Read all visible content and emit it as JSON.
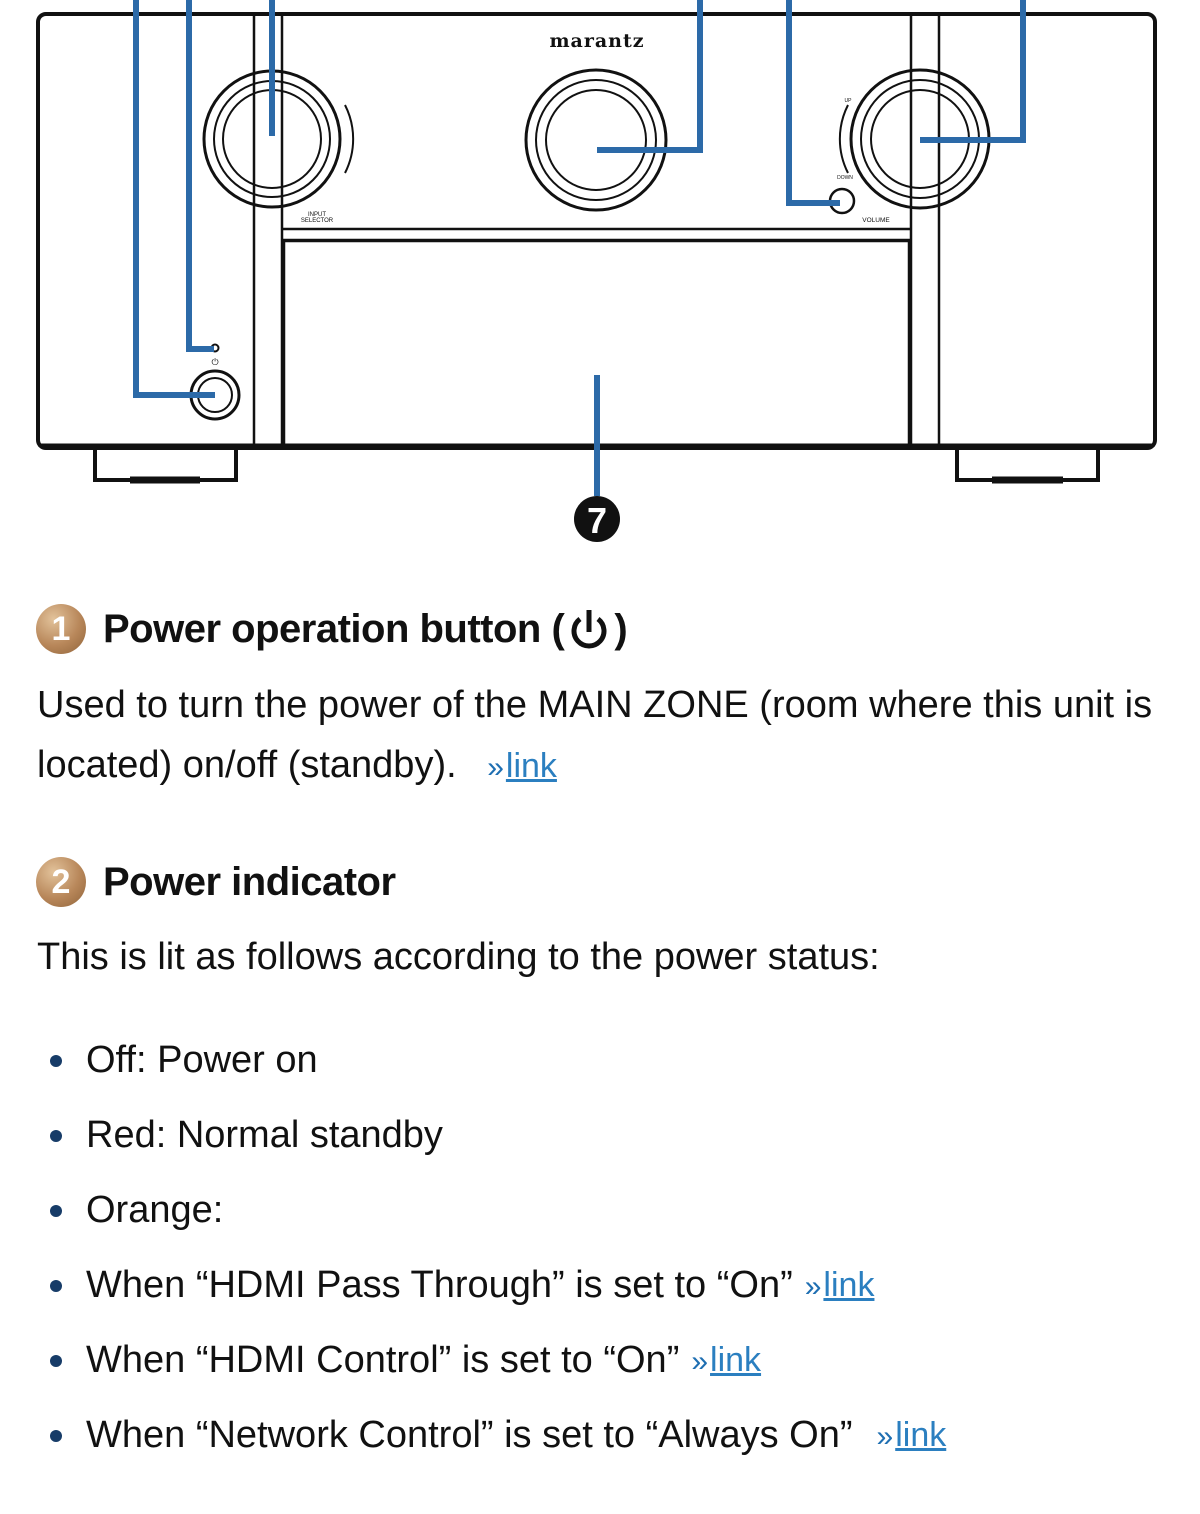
{
  "diagram": {
    "brand_label": "marantz",
    "input_selector_label_line1": "INPUT",
    "input_selector_label_line2": "SELECTOR",
    "volume_label": "VOLUME",
    "up_label": "UP",
    "down_label": "DOWN",
    "callout_number": "7",
    "power_symbol": "⏻",
    "colors": {
      "callout_line": "#2c6aa8",
      "outline": "#111111"
    }
  },
  "sections": [
    {
      "number": "1",
      "title_before": "Power operation button (",
      "title_after": ")",
      "icon": "power-icon",
      "body": "Used to turn the power of the MAIN ZONE (room where this unit is located) on/off (standby).",
      "link_arrow": "»",
      "link_label": "link"
    },
    {
      "number": "2",
      "title": "Power indicator",
      "body": "This is lit as follows according to the power status:",
      "items": [
        {
          "text": "Off: Power on"
        },
        {
          "text": "Red: Normal standby"
        },
        {
          "text": "Orange:"
        },
        {
          "text": "When “HDMI Pass Through” is set to “On”",
          "link_arrow": "»",
          "link_label": "link"
        },
        {
          "text": "When “HDMI Control” is set to “On”",
          "link_arrow": "»",
          "link_label": "link"
        },
        {
          "text": "When “Network Control” is set to “Always On”",
          "link_arrow": "»",
          "link_label": "link"
        }
      ]
    }
  ],
  "colors": {
    "badge": "#b8875a",
    "link": "#2b7fc0",
    "bullet": "#173c68"
  }
}
